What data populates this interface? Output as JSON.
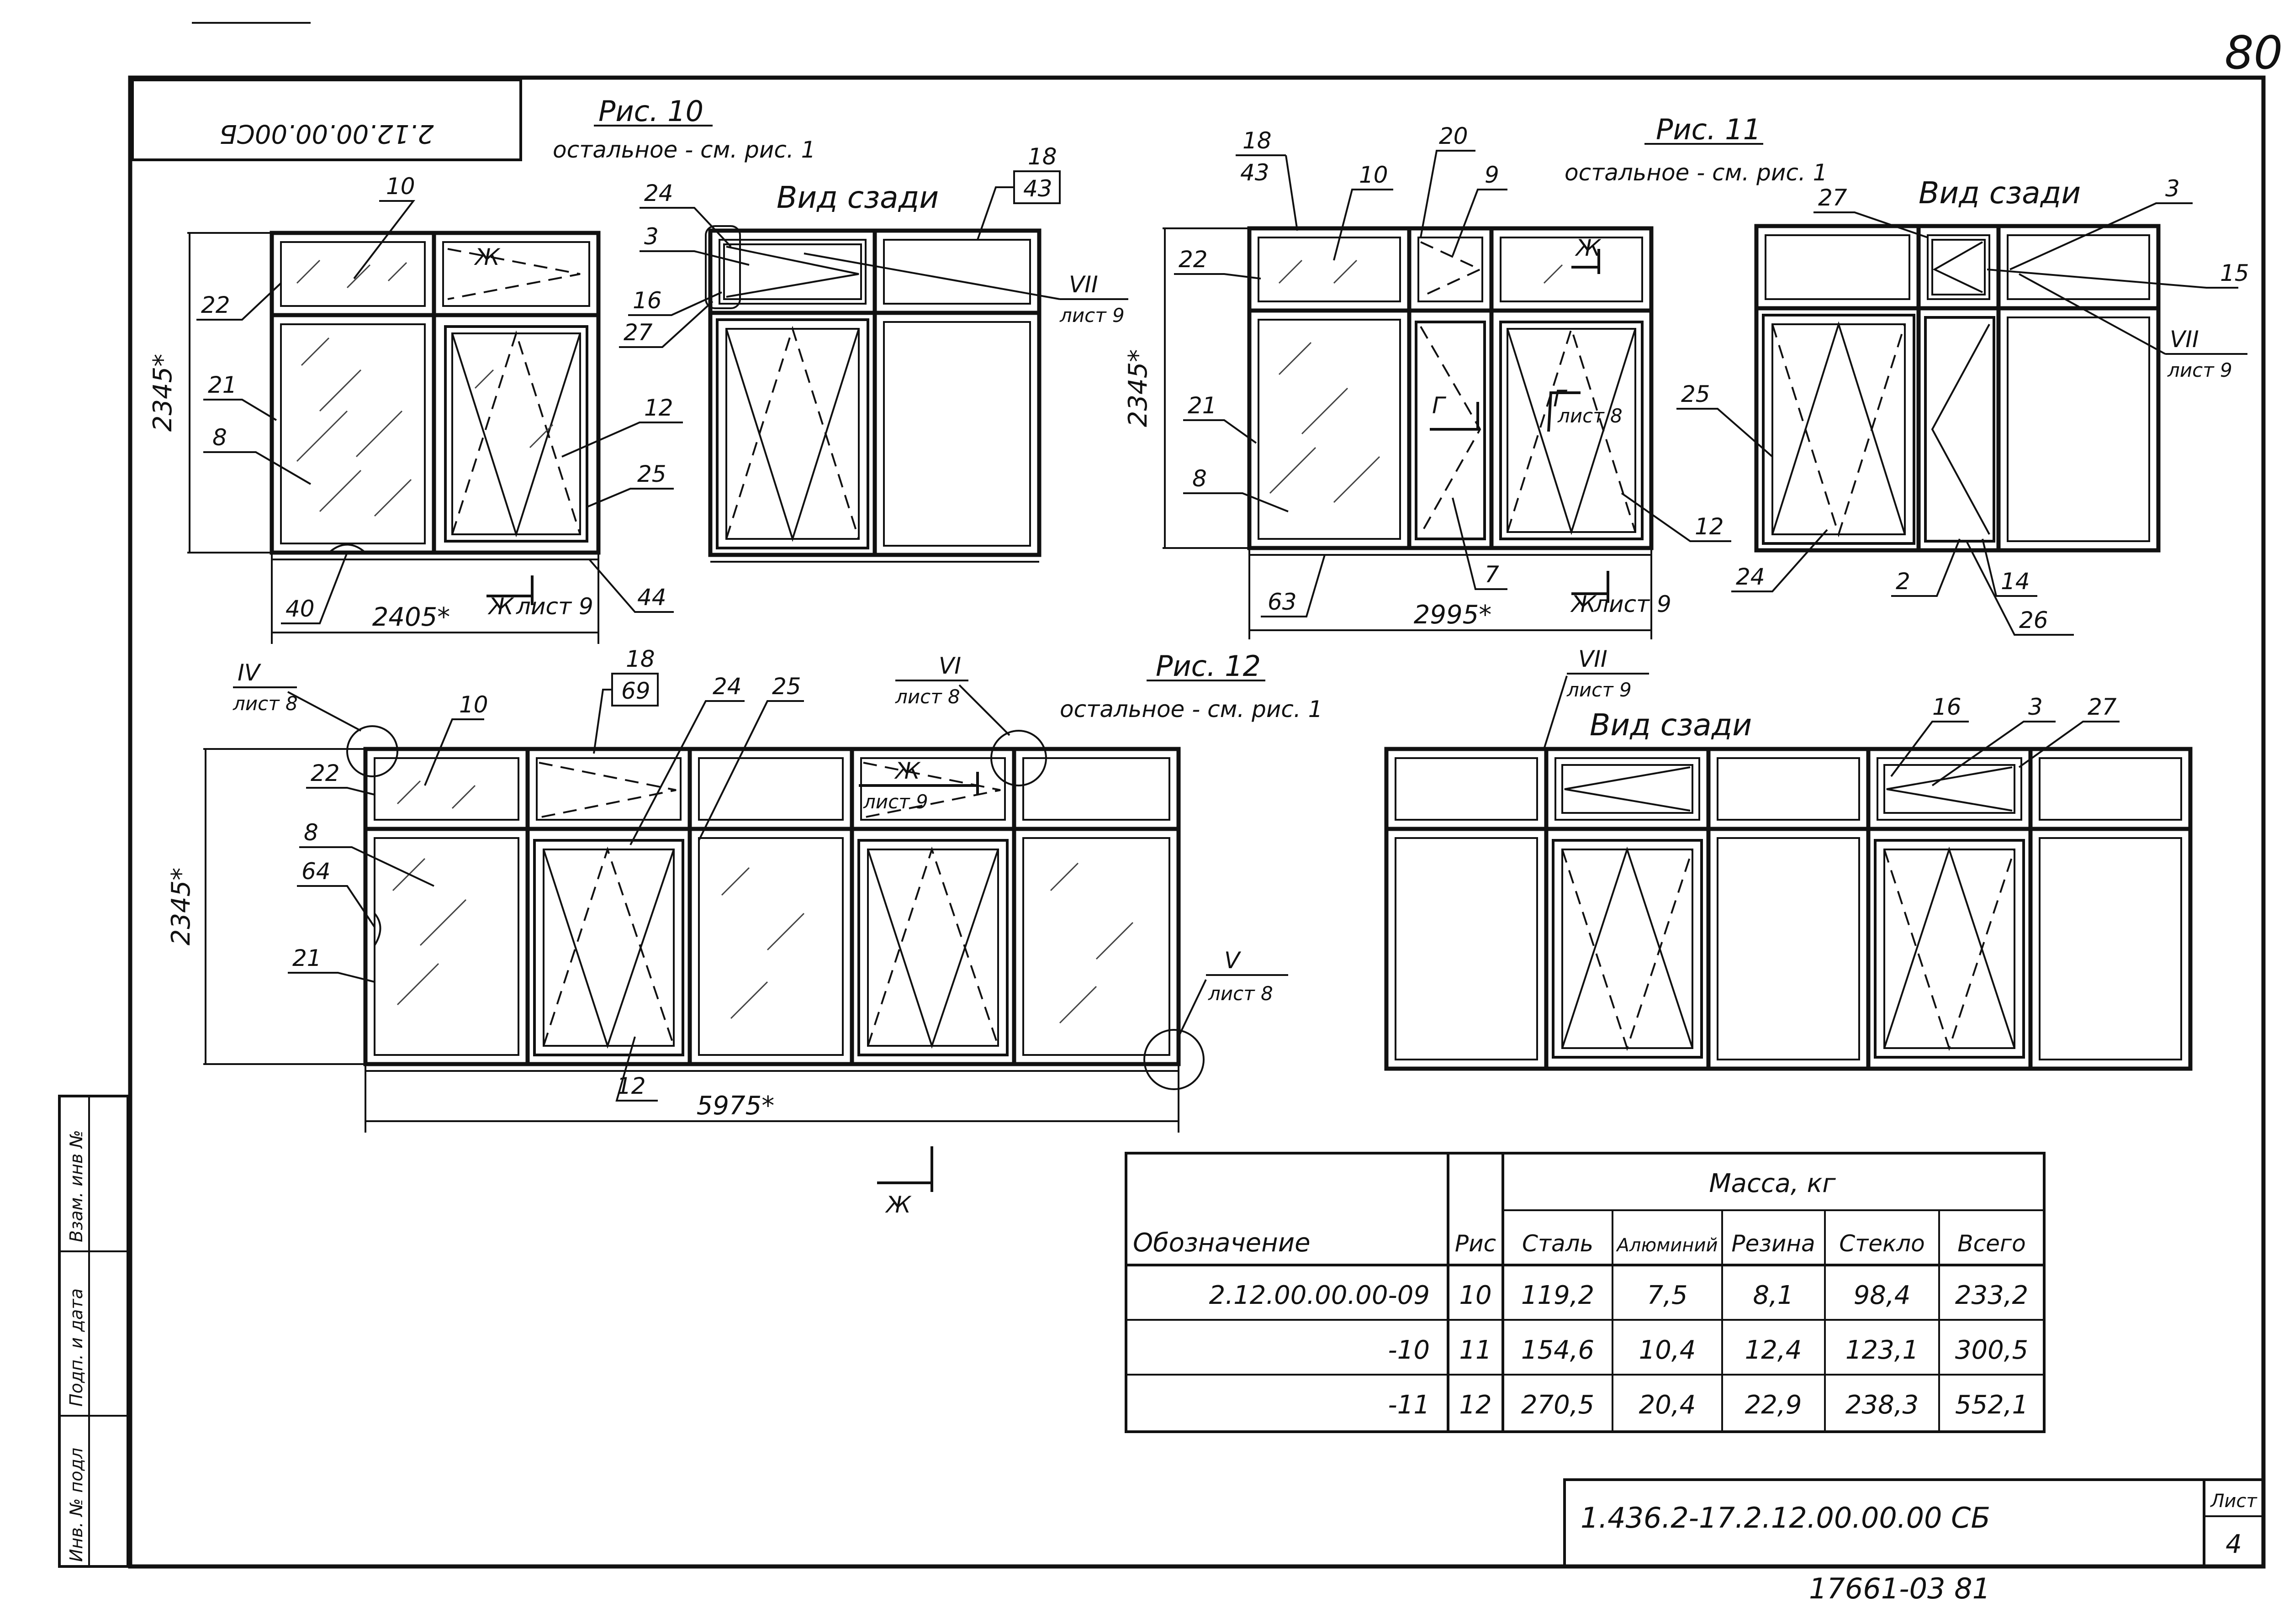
{
  "sheet": {
    "page_number": "80",
    "stamp_code": "2.12.00.00.00СБ",
    "designation": "1.436.2-17.2.12.00.00.00 СБ",
    "list_label": "Лист",
    "list_number": "4",
    "bottom_code": "17661-03  81",
    "side_stamp": [
      "Взам. инв №",
      "Подп. и дата",
      "Инв. № подл"
    ]
  },
  "fig10": {
    "title": "Рис. 10",
    "note": "остальное - см. рис. 1",
    "view": "Вид сзади",
    "dim_height": "2345*",
    "dim_width": "2405*",
    "section_label": "Ж",
    "section_sheet": "лист 9",
    "ref_roman": "VII",
    "ref_sheet": "лист 9",
    "labels": [
      "10",
      "22",
      "21",
      "8",
      "40",
      "12",
      "25",
      "44",
      "18",
      "43",
      "24",
      "3",
      "16",
      "27",
      "Ж"
    ]
  },
  "fig11": {
    "title": "Рис. 11",
    "note": "остальное - см. рис. 1",
    "view": "Вид сзади",
    "dim_height": "2345*",
    "dim_width": "2995*",
    "section_label": "Ж",
    "section_sheet": "лист 9",
    "ref_roman": "VII",
    "ref_sheet": "лист 9",
    "g_sheet": "лист 8",
    "labels": [
      "18",
      "43",
      "10",
      "20",
      "9",
      "22",
      "21",
      "8",
      "63",
      "7",
      "12",
      "27",
      "3",
      "15",
      "25",
      "24",
      "2",
      "14",
      "26",
      "Г",
      "Г",
      "Ж"
    ]
  },
  "fig12": {
    "title": "Рис. 12",
    "note": "остальное - см. рис. 1",
    "view": "Вид сзади",
    "dim_height": "2345*",
    "dim_width": "5975*",
    "section_label": "Ж",
    "ref_iv": "IV",
    "ref_iv_sheet": "лист 8",
    "ref_vi": "VI",
    "ref_vi_sheet": "лист 8",
    "ref_v": "V",
    "ref_v_sheet": "лист 8",
    "ref_vii": "VII",
    "ref_vii_sheet": "лист 9",
    "inner_ref": "Ж",
    "inner_sheet": "лист 9",
    "labels": [
      "10",
      "18",
      "69",
      "24",
      "25",
      "22",
      "8",
      "64",
      "21",
      "12",
      "16",
      "3",
      "27"
    ]
  },
  "mass_table": {
    "header_designation": "Обозначение",
    "header_fig": "Рис",
    "header_mass": "Масса, кг",
    "columns": [
      "Сталь",
      "Алюминий",
      "Резина",
      "Стекло",
      "Всего"
    ],
    "rows": [
      {
        "designation": "2.12.00.00.00-09",
        "fig": "10",
        "values": [
          "119,2",
          "7,5",
          "8,1",
          "98,4",
          "233,2"
        ]
      },
      {
        "designation": "-10",
        "fig": "11",
        "values": [
          "154,6",
          "10,4",
          "12,4",
          "123,1",
          "300,5"
        ]
      },
      {
        "designation": "-11",
        "fig": "12",
        "values": [
          "270,5",
          "20,4",
          "22,9",
          "238,3",
          "552,1"
        ]
      }
    ]
  }
}
